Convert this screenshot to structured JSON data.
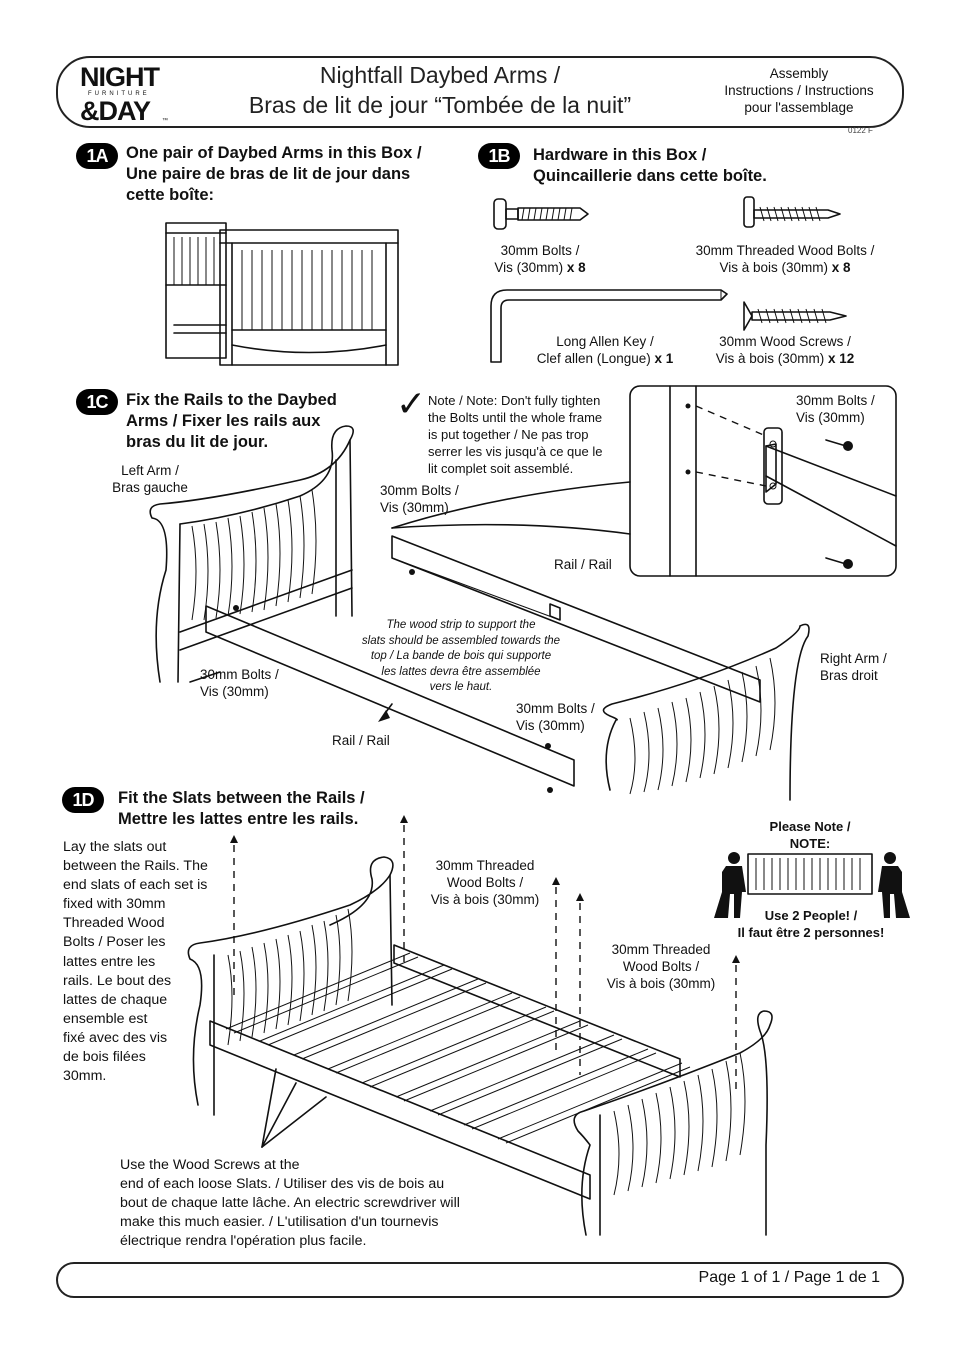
{
  "header": {
    "logo": {
      "line1": "NIGHT",
      "line2": "&DAY",
      "sub": "FURNITURE",
      "tm": "™"
    },
    "title_line1": "Nightfall Daybed Arms /",
    "title_line2": "Bras de lit de jour “Tombée de la nuit”",
    "assembly_line1": "Assembly",
    "assembly_line2": "Instructions / Instructions",
    "assembly_line3": "pour l'assemblage",
    "code": "0122 F"
  },
  "step1a": {
    "badge": "1A",
    "title_line1": "One pair of Daybed Arms in this Box /",
    "title_line2": "Une paire de bras de lit de jour dans",
    "title_line3": "cette boîte:"
  },
  "step1b": {
    "badge": "1B",
    "title_line1": "Hardware in this Box /",
    "title_line2": "Quincaillerie dans cette boîte.",
    "items": [
      {
        "name_line1": "30mm Bolts /",
        "name_line2": "Vis (30mm)",
        "qty": "x 8"
      },
      {
        "name_line1": "30mm Threaded Wood Bolts /",
        "name_line2": "Vis à bois (30mm)",
        "qty": "x 8"
      },
      {
        "name_line1": "Long Allen Key /",
        "name_line2": "Clef allen (Longue)",
        "qty": "x 1"
      },
      {
        "name_line1": "30mm Wood Screws /",
        "name_line2": "Vis à bois (30mm)",
        "qty": "x 12"
      }
    ]
  },
  "step1c": {
    "badge": "1C",
    "title_line1": "Fix the Rails to the Daybed",
    "title_line2": "Arms / Fixer les rails aux",
    "title_line3": "bras du lit de jour.",
    "note_check": "✓",
    "note_line1": "Note / Note: Don't fully tighten",
    "note_line2": "the Bolts until the whole frame",
    "note_line3": "is put together / Ne pas trop",
    "note_line4": "serrer les vis jusqu'à ce que le",
    "note_line5": "lit complet soit assemblé.",
    "left_arm_line1": "Left Arm /",
    "left_arm_line2": "Bras gauche",
    "right_arm_line1": "Right Arm /",
    "right_arm_line2": "Bras droit",
    "bolts_line1": "30mm Bolts /",
    "bolts_line2": "Vis (30mm)",
    "rail": "Rail / Rail",
    "strip_line1": "The wood strip to support the",
    "strip_line2": "slats should be assembled towards the",
    "strip_line3": "top / La bande de bois qui supporte",
    "strip_line4": "les lattes devra être assemblée",
    "strip_line5": "vers le haut."
  },
  "step1d": {
    "badge": "1D",
    "title_line1": "Fit the Slats between the Rails /",
    "title_line2": "Mettre les lattes entre les rails.",
    "lay_lines": [
      "Lay the slats out",
      "between the Rails. The",
      "end slats of each set is",
      "fixed with 30mm",
      "Threaded Wood",
      "Bolts / Poser les",
      "lattes entre les",
      "rails. Le bout des",
      "lattes de chaque",
      "ensemble est",
      "fixé avec des vis",
      "de bois filées",
      "30mm."
    ],
    "threaded_line1": "30mm Threaded",
    "threaded_line2": "Wood Bolts /",
    "threaded_line3": "Vis à bois (30mm)",
    "please_note_line1": "Please Note /",
    "please_note_line2": "NOTE:",
    "two_people_line1": "Use 2 People! /",
    "two_people_line2": "Il faut être 2 personnes!",
    "screws_lines": [
      "Use the Wood Screws at the",
      "end of each loose Slats. / Utiliser des vis de bois au",
      "bout de chaque latte lâche. An electric screwdriver will",
      "make this much easier. / L'utilisation d'un tournevis",
      "électrique rendra l'opération plus facile."
    ]
  },
  "footer": {
    "page": "Page 1 of 1 / Page 1 de 1"
  }
}
